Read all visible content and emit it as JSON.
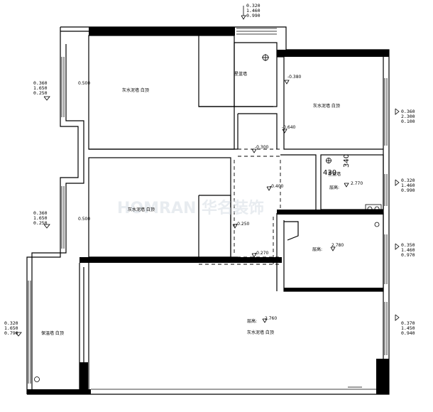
{
  "rooms": {
    "bedroom_top_left": "灰水泥墙 白顶",
    "bedroom_top_right": "灰水泥墙 白顶",
    "bedroom_mid_left": "灰水泥墙 白顶",
    "bathroom_top": "星蓝墙",
    "bathroom_right": "星蓝墙",
    "balcony_left": "保温墙 白顶",
    "living": "灰水泥墙 白顶"
  },
  "height_label": "层高:",
  "heights": {
    "small_room": "2.770",
    "kitchen": "2.780",
    "living": "2.760"
  },
  "level_marks": [
    "-0.380",
    "-0.640",
    "-0.300",
    "-0.400",
    "-0.250",
    "-0.270"
  ],
  "window_specs": {
    "top": [
      "0.320",
      "1.460",
      "0.990"
    ],
    "left_upper": [
      "0.360",
      "1.650",
      "0.250"
    ],
    "left_middle": [
      "0.360",
      "1.650",
      "0.250"
    ],
    "left_lower": [
      "0.320",
      "1.650",
      "0.790"
    ],
    "right_upper": [
      "0.360",
      "2.300",
      "0.100"
    ],
    "right_middle": [
      "0.320",
      "1.460",
      "0.990"
    ],
    "right_kitchen": [
      "0.350",
      "1.460",
      "0.970"
    ],
    "right_lower": [
      "0.370",
      "1.450",
      "0.940"
    ]
  },
  "sill_marks": {
    "upper": "0.500",
    "middle": "0.500"
  },
  "dims": {
    "d430": "430",
    "d340": "340"
  },
  "watermark": "HOMRAN 华名装饰"
}
